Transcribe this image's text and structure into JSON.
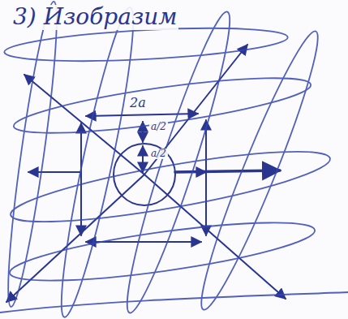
{
  "diagram": {
    "labels": [
      "3) Изобразим",
      "2a",
      "a/2",
      "a/2"
    ]
  }
}
